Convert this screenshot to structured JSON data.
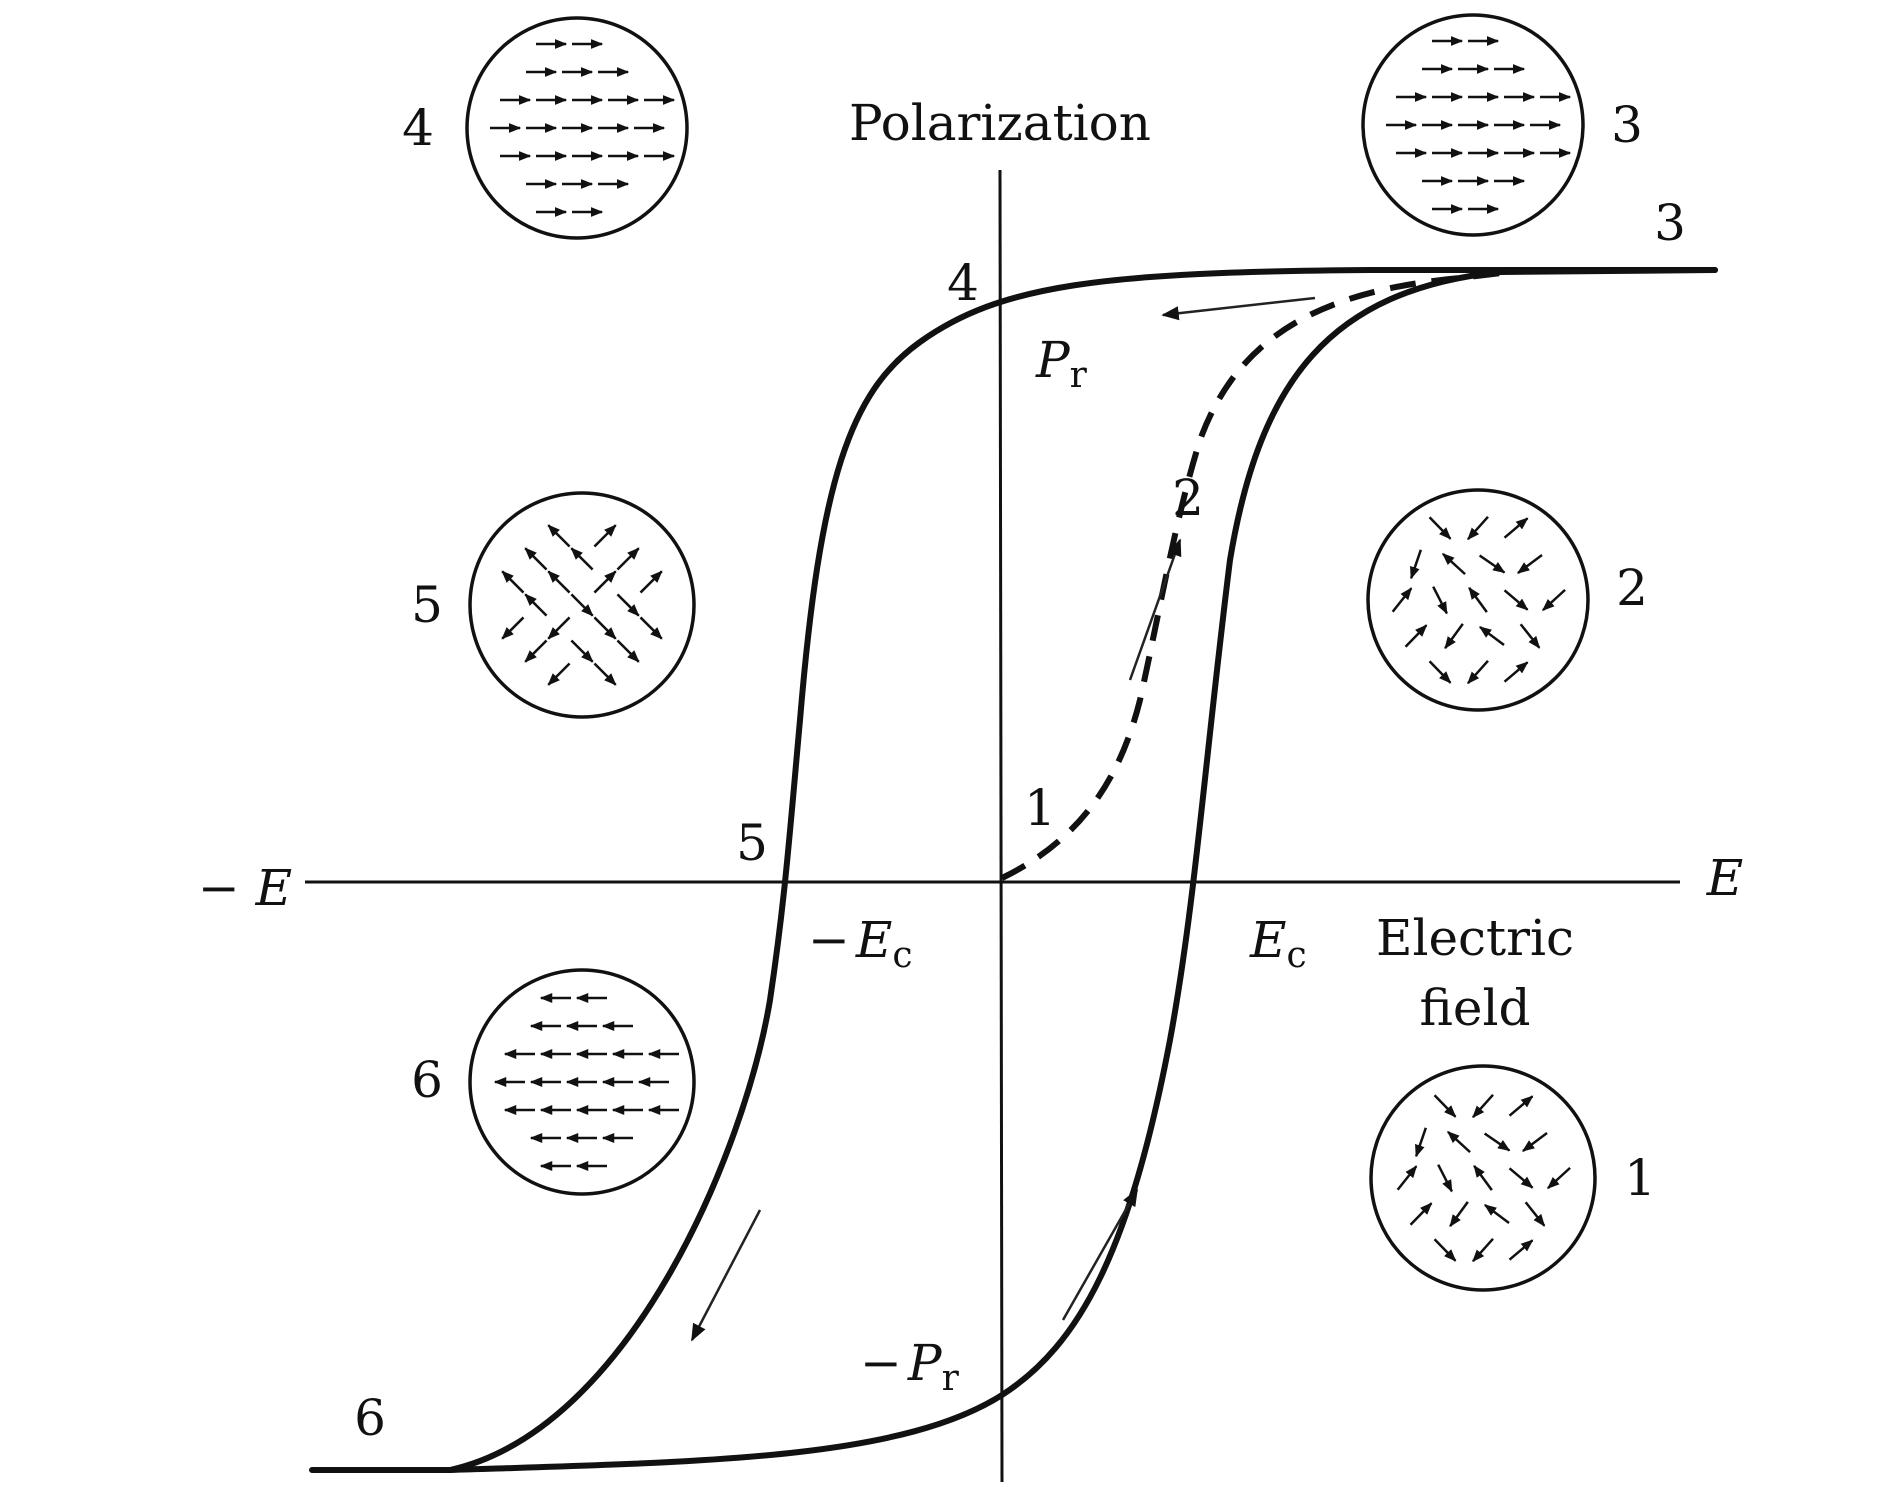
{
  "axes": {
    "y_title": "Polarization",
    "x_title_line1": "Electric",
    "x_title_line2": "field",
    "x_pos": "E",
    "x_neg": "− E"
  },
  "markers": {
    "remanent": {
      "symbol": "P",
      "sub": "r"
    },
    "neg_remanent": {
      "sign": "−",
      "symbol": "P",
      "sub": "r"
    },
    "coercive": {
      "symbol": "E",
      "sub": "c"
    },
    "neg_coercive": {
      "sign": "−",
      "symbol": "E",
      "sub": "c"
    }
  },
  "points": {
    "p1": "1",
    "p2": "2",
    "p3": "3",
    "p4": "4",
    "p5": "5",
    "p6": "6"
  },
  "domains": {
    "d1": {
      "label": "1",
      "pattern": "random"
    },
    "d2": {
      "label": "2",
      "pattern": "random"
    },
    "d3": {
      "label": "3",
      "pattern": "aligned-right"
    },
    "d4": {
      "label": "4",
      "pattern": "aligned-right"
    },
    "d5": {
      "label": "5",
      "pattern": "diagonal-rotated"
    },
    "d6": {
      "label": "6",
      "pattern": "aligned-left"
    }
  },
  "colors": {
    "ink": "#111111",
    "background": "#ffffff"
  }
}
